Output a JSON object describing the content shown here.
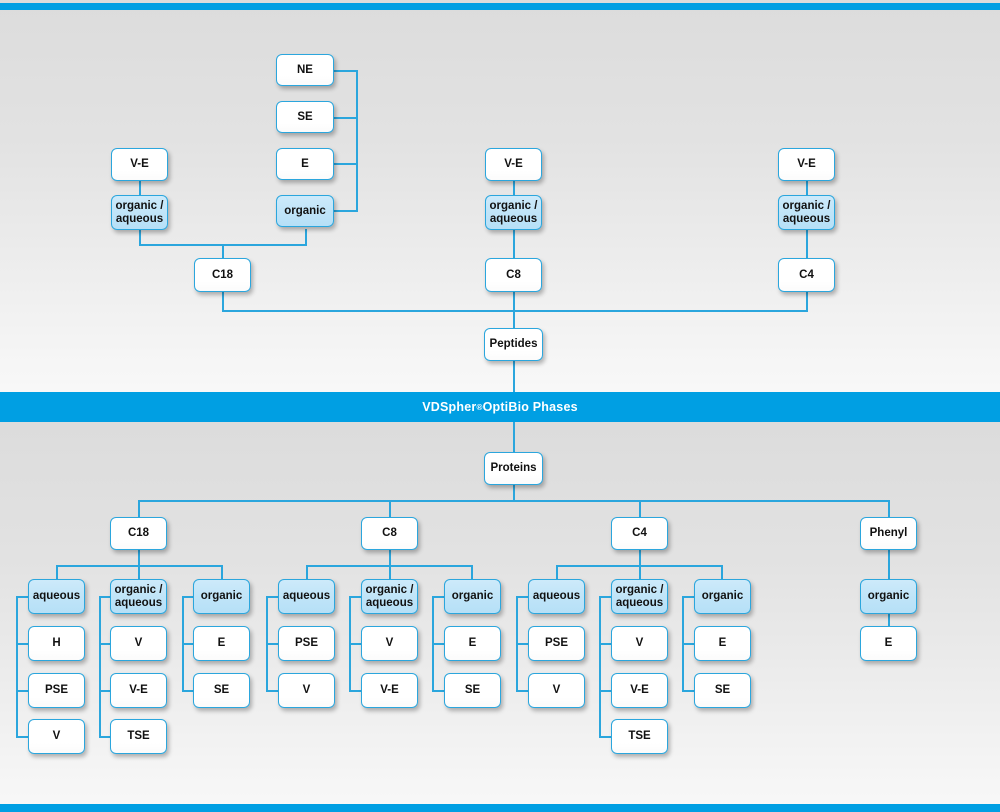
{
  "banner": {
    "text_before": "VDSpher",
    "registered_mark": "®",
    "text_after": " OptiBio Phases"
  },
  "diagram": {
    "title": "VDSpher OptiBio Phases selection chart",
    "accent_color": "#009fe3",
    "line_color": "#2ba6dd",
    "fill_color": "#bfe4f8",
    "peptides": {
      "root_label": "Peptides",
      "columns": [
        {
          "phase": "C18",
          "groups": [
            {
              "label": "organic /\naqueous",
              "label_line1": "organic /",
              "label_line2": "aqueous",
              "items": [
                "V-E"
              ]
            },
            {
              "label": "organic",
              "items": [
                "NE",
                "SE",
                "E"
              ]
            }
          ]
        },
        {
          "phase": "C8",
          "groups": [
            {
              "label": "organic /\naqueous",
              "label_line1": "organic /",
              "label_line2": "aqueous",
              "items": [
                "V-E"
              ]
            }
          ]
        },
        {
          "phase": "C4",
          "groups": [
            {
              "label": "organic /\naqueous",
              "label_line1": "organic /",
              "label_line2": "aqueous",
              "items": [
                "V-E"
              ]
            }
          ]
        }
      ]
    },
    "proteins": {
      "root_label": "Proteins",
      "columns": [
        {
          "phase": "C18",
          "groups": [
            {
              "label": "aqueous",
              "items": [
                "H",
                "PSE",
                "V"
              ]
            },
            {
              "label_line1": "organic /",
              "label_line2": "aqueous",
              "items": [
                "V",
                "V-E",
                "TSE"
              ]
            },
            {
              "label": "organic",
              "items": [
                "E",
                "SE"
              ]
            }
          ]
        },
        {
          "phase": "C8",
          "groups": [
            {
              "label": "aqueous",
              "items": [
                "PSE",
                "V"
              ]
            },
            {
              "label_line1": "organic /",
              "label_line2": "aqueous",
              "items": [
                "V",
                "V-E"
              ]
            },
            {
              "label": "organic",
              "items": [
                "E",
                "SE"
              ]
            }
          ]
        },
        {
          "phase": "C4",
          "groups": [
            {
              "label": "aqueous",
              "items": [
                "PSE",
                "V"
              ]
            },
            {
              "label_line1": "organic /",
              "label_line2": "aqueous",
              "items": [
                "V",
                "V-E",
                "TSE"
              ]
            },
            {
              "label": "organic",
              "items": [
                "E",
                "SE"
              ]
            }
          ]
        },
        {
          "phase": "Phenyl",
          "groups": [
            {
              "label": "organic",
              "items": [
                "E"
              ]
            }
          ]
        }
      ]
    }
  },
  "nodes": {
    "t_ne": "NE",
    "t_se": "SE",
    "t_e": "E",
    "t_organic": "organic",
    "t_ve_left": "V-E",
    "t_oa_left_1": "organic /",
    "t_oa_left_2": "aqueous",
    "t_c18": "C18",
    "t_ve_mid": "V-E",
    "t_oa_mid_1": "organic /",
    "t_oa_mid_2": "aqueous",
    "t_c8": "C8",
    "t_ve_right": "V-E",
    "t_oa_right_1": "organic /",
    "t_oa_right_2": "aqueous",
    "t_c4": "C4",
    "peptides": "Peptides",
    "proteins": "Proteins",
    "b_c18": "C18",
    "b_c18_aq": "aqueous",
    "b_c18_aq_1": "H",
    "b_c18_aq_2": "PSE",
    "b_c18_aq_3": "V",
    "b_c18_oa_1l": "organic /",
    "b_c18_oa_2l": "aqueous",
    "b_c18_oa_1": "V",
    "b_c18_oa_2": "V-E",
    "b_c18_oa_3": "TSE",
    "b_c18_or": "organic",
    "b_c18_or_1": "E",
    "b_c18_or_2": "SE",
    "b_c8": "C8",
    "b_c8_aq": "aqueous",
    "b_c8_aq_1": "PSE",
    "b_c8_aq_2": "V",
    "b_c8_oa_1l": "organic /",
    "b_c8_oa_2l": "aqueous",
    "b_c8_oa_1": "V",
    "b_c8_oa_2": "V-E",
    "b_c8_or": "organic",
    "b_c8_or_1": "E",
    "b_c8_or_2": "SE",
    "b_c4": "C4",
    "b_c4_aq": "aqueous",
    "b_c4_aq_1": "PSE",
    "b_c4_aq_2": "V",
    "b_c4_oa_1l": "organic /",
    "b_c4_oa_2l": "aqueous",
    "b_c4_oa_1": "V",
    "b_c4_oa_2": "V-E",
    "b_c4_oa_3": "TSE",
    "b_c4_or": "organic",
    "b_c4_or_1": "E",
    "b_c4_or_2": "SE",
    "b_phenyl": "Phenyl",
    "b_phenyl_or": "organic",
    "b_phenyl_or_1": "E"
  }
}
